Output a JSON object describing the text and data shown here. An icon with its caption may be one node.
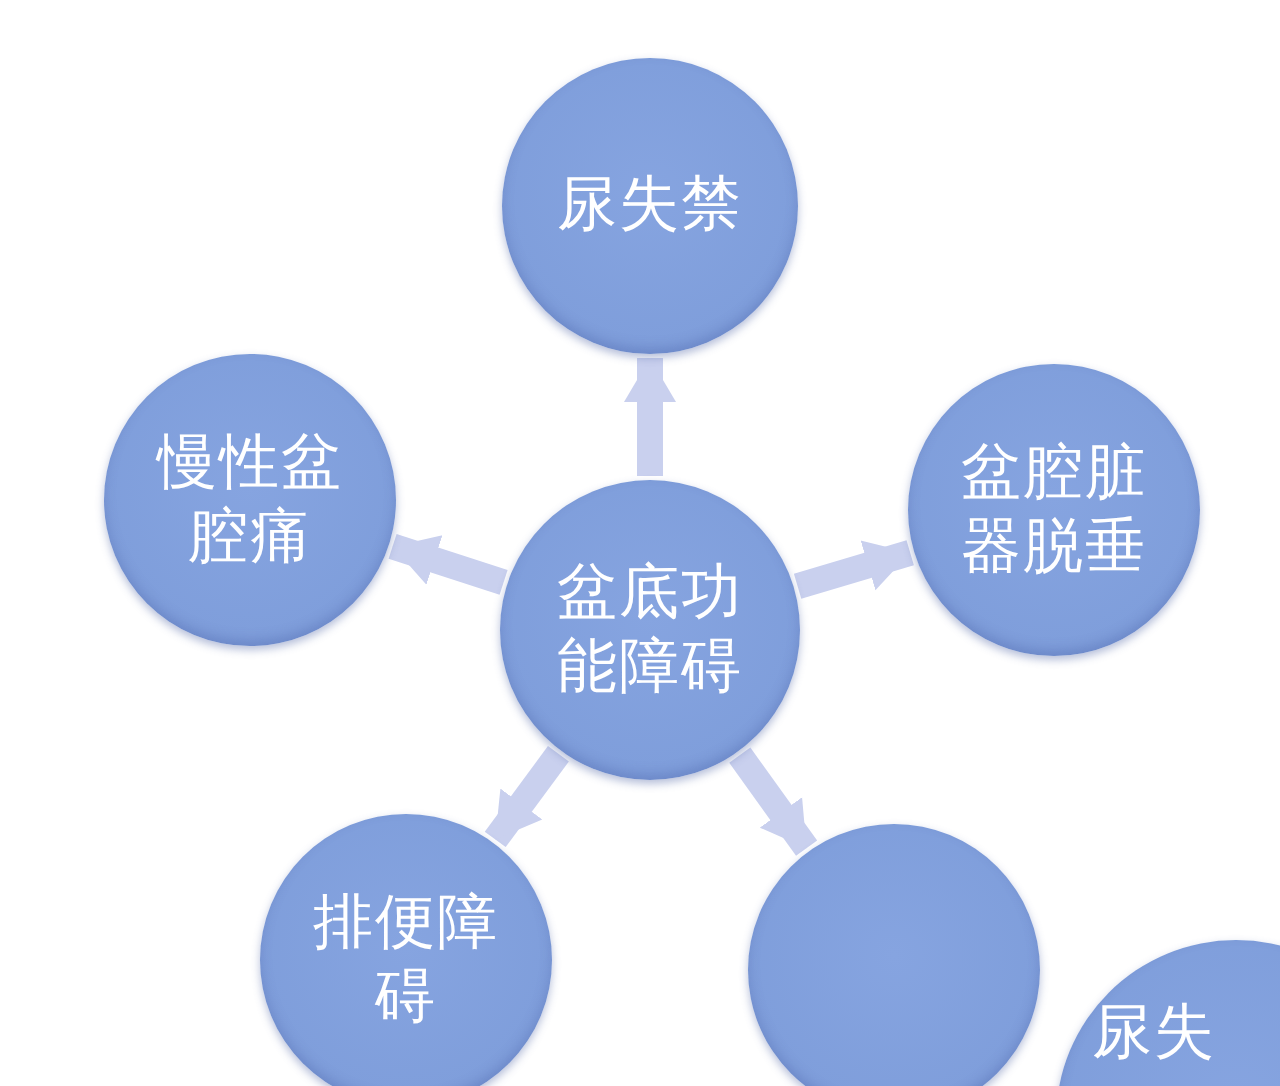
{
  "diagram": {
    "nodes": [
      {
        "text": [
          "盆底功能障碍"
        ]
      },
      {
        "text": [
          "尿失禁"
        ]
      },
      {
        "text": [
          "慢性盆腔痛"
        ]
      },
      {
        "text": [
          "盆腔脏器脱垂"
        ]
      },
      {
        "text": [
          "排便障碍"
        ]
      },
      {
        "text": [],
        "shape": "circle"
      },
      {
        "text": [
          "尿失"
        ]
      }
    ],
    "edges": [
      {
        "from": 0,
        "to": 1,
        "arrow": "to"
      },
      {
        "from": 0,
        "to": 2,
        "arrow": "to"
      },
      {
        "from": 0,
        "to": 3,
        "arrow": "to"
      },
      {
        "from": 0,
        "to": 4,
        "arrow": "to"
      },
      {
        "from": 0,
        "to": 5,
        "arrow": "to"
      }
    ]
  }
}
